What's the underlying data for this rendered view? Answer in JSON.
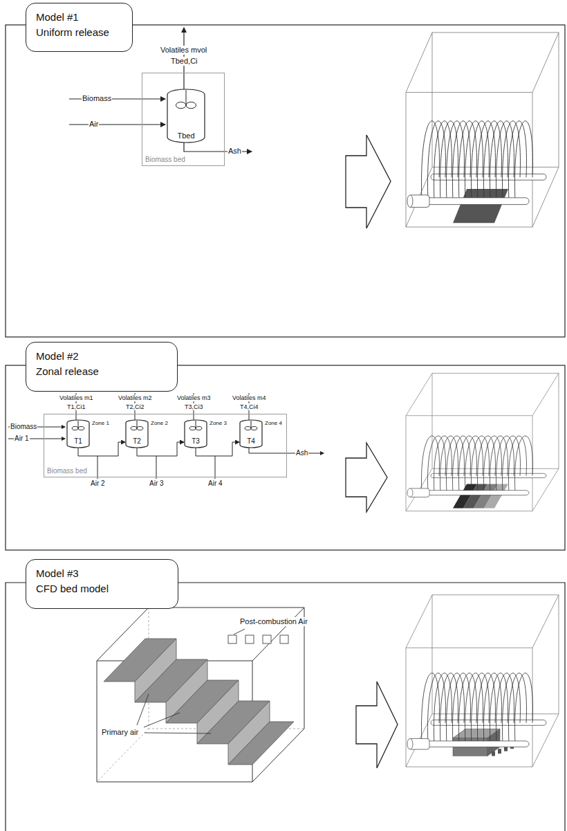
{
  "diagram": {
    "nodes": [
      {
        "text": [
          "Model #1",
          "Uniform release"
        ]
      },
      {
        "text": [
          "Biomass bed"
        ]
      },
      {
        "text": [
          "Tbed"
        ],
        "in": 1
      },
      {
        "text": [
          "Model #2",
          "Zonal release"
        ]
      },
      {
        "text": [
          "Biomass bed"
        ]
      },
      {
        "text": [
          "Zone 1",
          "T1"
        ],
        "in": 4
      },
      {
        "text": [
          "Zone 2",
          "T2"
        ],
        "in": 4
      },
      {
        "text": [
          "Zone 3",
          "T3"
        ],
        "in": 4
      },
      {
        "text": [
          "Zone 4",
          "T4"
        ],
        "in": 4
      },
      {
        "text": [
          "Model #3",
          "CFD bed model"
        ]
      }
    ],
    "edges": [
      {
        "from": 5,
        "to": 6,
        "arrow": "to"
      },
      {
        "from": 6,
        "to": 7,
        "arrow": "to"
      },
      {
        "from": 7,
        "to": 8,
        "arrow": "to"
      }
    ],
    "labels": [
      "Volatiles mvol",
      "Tbed,Ci",
      "Biomass",
      "Air",
      "Ash",
      "Volatiles m1",
      "T1,Ci1",
      "Volatiles m2",
      "T2,Ci2",
      "Volatiles m3",
      "T3,Ci3",
      "Volatiles m4",
      "T4,Ci4",
      "Biomass",
      "Air 1",
      "Air 2",
      "Air 3",
      "Air 4",
      "Ash",
      "Post-combustion Air",
      "Primary air"
    ]
  }
}
